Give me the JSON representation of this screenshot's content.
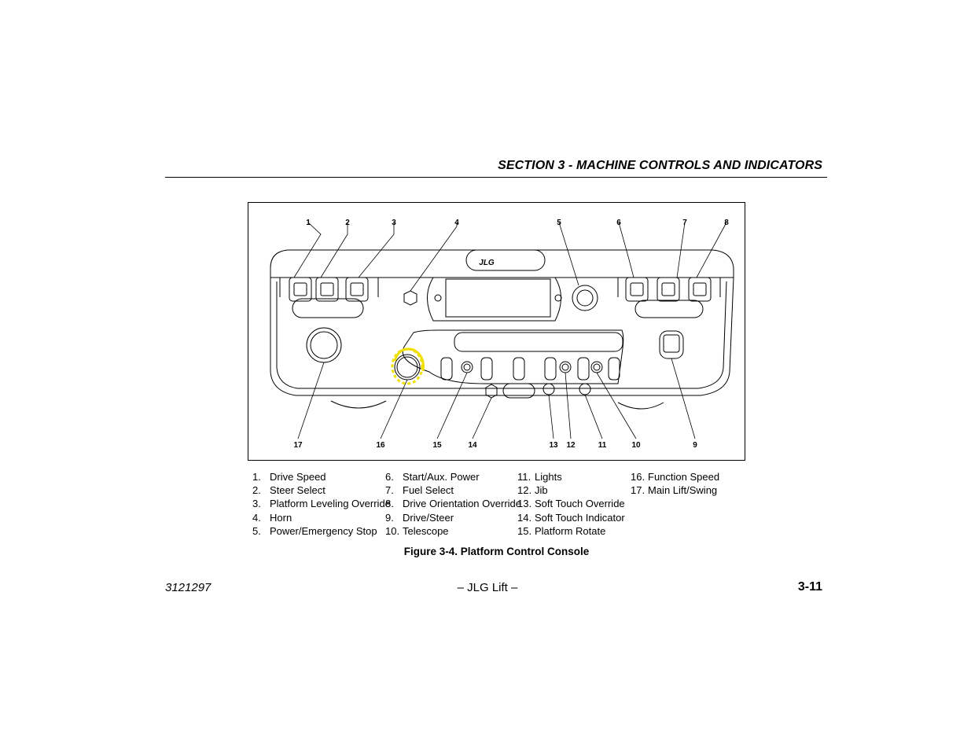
{
  "header": {
    "section_title": "SECTION 3 - MACHINE CONTROLS AND INDICATORS"
  },
  "figure": {
    "console_brand": "JLG",
    "callouts": [
      "1",
      "2",
      "3",
      "4",
      "5",
      "6",
      "7",
      "8",
      "17",
      "16",
      "15",
      "14",
      "13",
      "12",
      "11",
      "10",
      "9"
    ],
    "caption": "Figure 3-4. Platform Control Console"
  },
  "legend": {
    "col1": [
      {
        "num": "1.",
        "label": "Drive Speed"
      },
      {
        "num": "2.",
        "label": "Steer Select"
      },
      {
        "num": "3.",
        "label": "Platform Leveling Override"
      },
      {
        "num": "4.",
        "label": "Horn"
      },
      {
        "num": "5.",
        "label": "Power/Emergency Stop"
      }
    ],
    "col2": [
      {
        "num": "6.",
        "label": "Start/Aux. Power"
      },
      {
        "num": "7.",
        "label": "Fuel Select"
      },
      {
        "num": "8.",
        "label": "Drive Orientation Override"
      },
      {
        "num": "9.",
        "label": "Drive/Steer"
      },
      {
        "num": "10.",
        "label": "Telescope"
      }
    ],
    "col3": [
      {
        "num": "11.",
        "label": "Lights"
      },
      {
        "num": "12.",
        "label": "Jib"
      },
      {
        "num": "13.",
        "label": "Soft Touch Override"
      },
      {
        "num": "14.",
        "label": "Soft Touch Indicator"
      },
      {
        "num": "15.",
        "label": "Platform Rotate"
      }
    ],
    "col4": [
      {
        "num": "16.",
        "label": "Function Speed"
      },
      {
        "num": "17.",
        "label": "Main Lift/Swing"
      }
    ]
  },
  "footer": {
    "doc_number": "3121297",
    "center": "– JLG Lift –",
    "page": "3-11"
  },
  "colors": {
    "speed_arc": "#f0e000",
    "line": "#000000",
    "background": "#ffffff"
  }
}
